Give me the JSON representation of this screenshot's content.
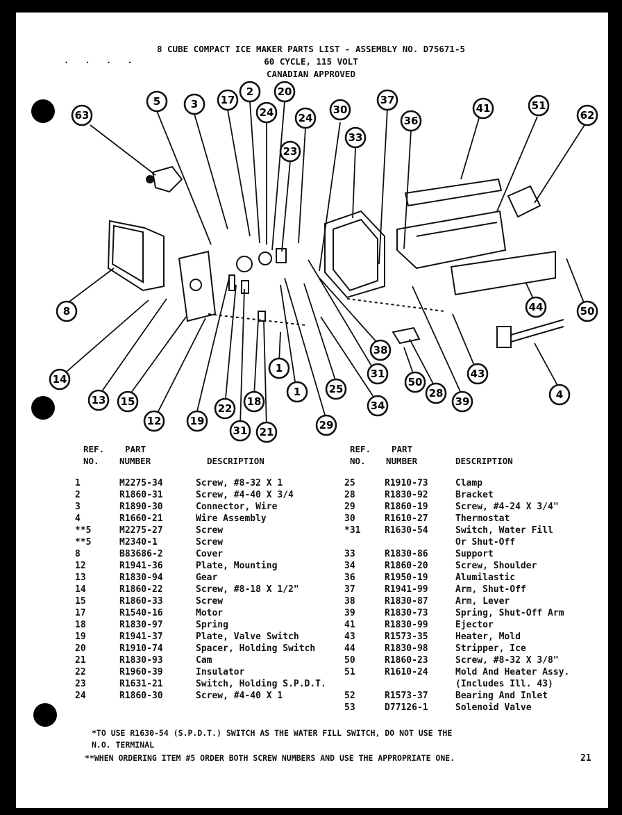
{
  "header": {
    "title_line1": "8 CUBE COMPACT ICE MAKER PARTS LIST - ASSEMBLY NO. D75671-5",
    "title_line2": "60 CYCLE, 115 VOLT",
    "title_line3": "CANADIAN APPROVED"
  },
  "marks": {
    "dots": ". . . ."
  },
  "diagram": {
    "callouts": [
      "63",
      "5",
      "3",
      "17",
      "2",
      "20",
      "24",
      "24",
      "23",
      "30",
      "33",
      "37",
      "36",
      "41",
      "51",
      "62",
      "8",
      "14",
      "13",
      "15",
      "12",
      "19",
      "22",
      "31",
      "18",
      "21",
      "1",
      "1",
      "29",
      "25",
      "31",
      "38",
      "34",
      "50",
      "28",
      "39",
      "43",
      "44",
      "50",
      "4"
    ]
  },
  "table_headers": {
    "ref": "REF.",
    "no": "NO.",
    "part": "PART",
    "number": "NUMBER",
    "description": "DESCRIPTION"
  },
  "parts_left": [
    {
      "ref": "1",
      "part": "M2275-34",
      "desc": "Screw, #8-32 X 1"
    },
    {
      "ref": "2",
      "part": "R1860-31",
      "desc": "Screw, #4-40 X 3/4"
    },
    {
      "ref": "3",
      "part": "R1890-30",
      "desc": "Connector, Wire"
    },
    {
      "ref": "4",
      "part": "R1660-21",
      "desc": "Wire Assembly"
    },
    {
      "ref": "**5",
      "part": "M2275-27",
      "desc": "Screw"
    },
    {
      "ref": "**5",
      "part": "M2340-1",
      "desc": "Screw"
    },
    {
      "ref": "8",
      "part": "B83686-2",
      "desc": "Cover"
    },
    {
      "ref": "12",
      "part": "R1941-36",
      "desc": "Plate, Mounting"
    },
    {
      "ref": "13",
      "part": "R1830-94",
      "desc": "Gear"
    },
    {
      "ref": "14",
      "part": "R1860-22",
      "desc": "Screw, #8-18 X 1/2\""
    },
    {
      "ref": "15",
      "part": "R1860-33",
      "desc": "Screw"
    },
    {
      "ref": "17",
      "part": "R1540-16",
      "desc": "Motor"
    },
    {
      "ref": "18",
      "part": "R1830-97",
      "desc": "Spring"
    },
    {
      "ref": "19",
      "part": "R1941-37",
      "desc": "Plate, Valve Switch"
    },
    {
      "ref": "20",
      "part": "R1910-74",
      "desc": "Spacer, Holding Switch"
    },
    {
      "ref": "21",
      "part": "R1830-93",
      "desc": "Cam"
    },
    {
      "ref": "22",
      "part": "R1960-39",
      "desc": "Insulator"
    },
    {
      "ref": "23",
      "part": "R1631-21",
      "desc": "Switch, Holding S.P.D.T."
    },
    {
      "ref": "24",
      "part": "R1860-30",
      "desc": "Screw, #4-40 X 1"
    }
  ],
  "parts_right": [
    {
      "ref": "25",
      "part": "R1910-73",
      "desc": "Clamp"
    },
    {
      "ref": "28",
      "part": "R1830-92",
      "desc": "Bracket"
    },
    {
      "ref": "29",
      "part": "R1860-19",
      "desc": "Screw, #4-24 X 3/4\""
    },
    {
      "ref": "30",
      "part": "R1610-27",
      "desc": "Thermostat"
    },
    {
      "ref": "*31",
      "part": "R1630-54",
      "desc": "Switch, Water Fill"
    },
    {
      "ref": "",
      "part": "",
      "desc": "Or Shut-Off"
    },
    {
      "ref": "33",
      "part": "R1830-86",
      "desc": "Support"
    },
    {
      "ref": "34",
      "part": "R1860-20",
      "desc": "Screw, Shoulder"
    },
    {
      "ref": "36",
      "part": "R1950-19",
      "desc": "Alumilastic"
    },
    {
      "ref": "37",
      "part": "R1941-99",
      "desc": "Arm, Shut-Off"
    },
    {
      "ref": "38",
      "part": "R1830-87",
      "desc": "Arm, Lever"
    },
    {
      "ref": "39",
      "part": "R1830-73",
      "desc": "Spring, Shut-Off Arm"
    },
    {
      "ref": "41",
      "part": "R1830-99",
      "desc": "Ejector"
    },
    {
      "ref": "43",
      "part": "R1573-35",
      "desc": "Heater, Mold"
    },
    {
      "ref": "44",
      "part": "R1830-98",
      "desc": "Stripper, Ice"
    },
    {
      "ref": "50",
      "part": "R1860-23",
      "desc": "Screw, #8-32 X 3/8\""
    },
    {
      "ref": "51",
      "part": "R1610-24",
      "desc": "Mold And Heater Assy."
    },
    {
      "ref": "",
      "part": "",
      "desc": "(Includes Ill. 43)"
    },
    {
      "ref": "52",
      "part": "R1573-37",
      "desc": "Bearing And Inlet"
    },
    {
      "ref": "53",
      "part": "D77126-1",
      "desc": "Solenoid Valve"
    }
  ],
  "notes": {
    "line1": "*TO USE R1630-54 (S.P.D.T.) SWITCH AS THE WATER FILL SWITCH, DO NOT USE THE",
    "line2": "N.O. TERMINAL",
    "line3": "**WHEN ORDERING ITEM #5 ORDER BOTH SCREW NUMBERS AND USE THE APPROPRIATE ONE."
  },
  "page_number": "21"
}
